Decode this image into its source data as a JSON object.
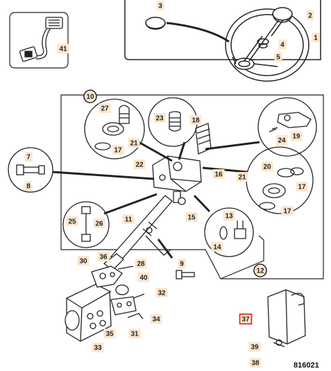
{
  "diagram": {
    "drawing_code": "816021",
    "highlighted_callout": "37",
    "callouts": [
      "1",
      "2",
      "3",
      "4",
      "5",
      "7",
      "8",
      "9",
      "10",
      "11",
      "12",
      "13",
      "14",
      "15",
      "16",
      "17",
      "18",
      "19",
      "20",
      "21",
      "22",
      "23",
      "24",
      "25",
      "26",
      "27",
      "28",
      "30",
      "31",
      "32",
      "33",
      "34",
      "35",
      "36",
      "37",
      "38",
      "39",
      "40",
      "41"
    ],
    "colors": {
      "line": "#222222",
      "label_fill": "#fde6cc",
      "highlight_border": "#d81f1f"
    }
  }
}
